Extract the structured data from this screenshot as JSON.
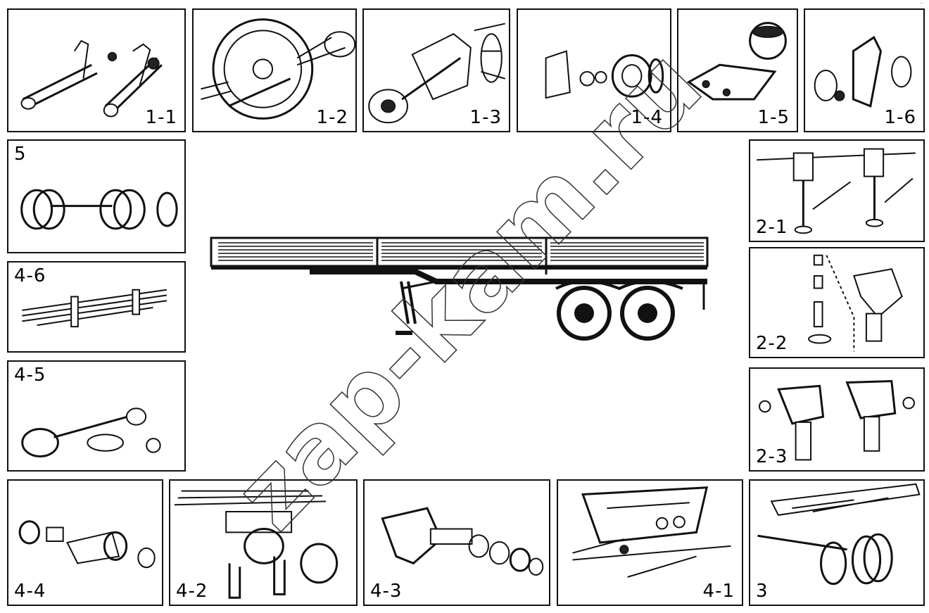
{
  "watermark": {
    "text": "zap-kam.ru",
    "color": "#333333"
  },
  "corner_mark": "...",
  "center": {
    "subject": "trailer"
  },
  "panels": [
    {
      "id": "1-1",
      "label": "1-1",
      "depicts": "axle-beams"
    },
    {
      "id": "1-2",
      "label": "1-2",
      "depicts": "brake-drum"
    },
    {
      "id": "1-3",
      "label": "1-3",
      "depicts": "hub-brake-assembly"
    },
    {
      "id": "1-4",
      "label": "1-4",
      "depicts": "hub-bearings"
    },
    {
      "id": "1-5",
      "label": "1-5",
      "depicts": "brake-chamber-bracket"
    },
    {
      "id": "1-6",
      "label": "1-6",
      "depicts": "adjuster-lever"
    },
    {
      "id": "5",
      "label": "5",
      "depicts": "wheels"
    },
    {
      "id": "4-6",
      "label": "4-6",
      "depicts": "leaf-spring"
    },
    {
      "id": "4-5",
      "label": "4-5",
      "depicts": "torque-rod"
    },
    {
      "id": "2-1",
      "label": "2-1",
      "depicts": "landing-gear"
    },
    {
      "id": "2-2",
      "label": "2-2",
      "depicts": "landing-leg-parts"
    },
    {
      "id": "2-3",
      "label": "2-3",
      "depicts": "landing-leg-housings"
    },
    {
      "id": "4-4",
      "label": "4-4",
      "depicts": "bushing-parts"
    },
    {
      "id": "4-2",
      "label": "4-2",
      "depicts": "spring-u-bolts"
    },
    {
      "id": "4-3",
      "label": "4-3",
      "depicts": "spring-bracket"
    },
    {
      "id": "4-1",
      "label": "4-1",
      "depicts": "balancer-bracket"
    },
    {
      "id": "3",
      "label": "3",
      "depicts": "frame-bogie"
    }
  ]
}
